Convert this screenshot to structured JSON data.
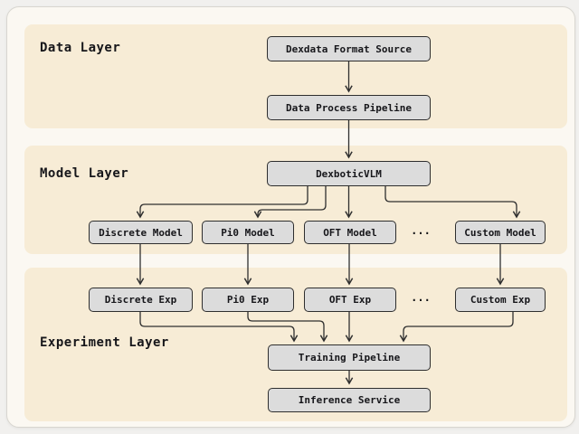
{
  "diagram": {
    "layers": [
      {
        "label": "Data Layer"
      },
      {
        "label": "Model Layer"
      },
      {
        "label": "Experiment Layer"
      }
    ],
    "nodes": {
      "dexdata": "Dexdata Format Source",
      "data_process": "Data Process Pipeline",
      "dexbotic_vlm": "DexboticVLM",
      "discrete_model": "Discrete Model",
      "pi0_model": "Pi0 Model",
      "oft_model": "OFT Model",
      "model_ellipsis": "...",
      "custom_model": "Custom Model",
      "discrete_exp": "Discrete Exp",
      "pi0_exp": "Pi0 Exp",
      "oft_exp": "OFT Exp",
      "exp_ellipsis": "...",
      "custom_exp": "Custom Exp",
      "training_pipeline": "Training Pipeline",
      "inference_service": "Inference Service"
    },
    "edges": [
      {
        "from": "Dexdata Format Source",
        "to": "Data Process Pipeline"
      },
      {
        "from": "Data Process Pipeline",
        "to": "DexboticVLM"
      },
      {
        "from": "DexboticVLM",
        "to": "Discrete Model"
      },
      {
        "from": "DexboticVLM",
        "to": "Pi0 Model"
      },
      {
        "from": "DexboticVLM",
        "to": "OFT Model"
      },
      {
        "from": "DexboticVLM",
        "to": "Custom Model"
      },
      {
        "from": "Discrete Model",
        "to": "Discrete Exp"
      },
      {
        "from": "Pi0 Model",
        "to": "Pi0 Exp"
      },
      {
        "from": "OFT Model",
        "to": "OFT Exp"
      },
      {
        "from": "Custom Model",
        "to": "Custom Exp"
      },
      {
        "from": "Discrete Exp",
        "to": "Training Pipeline"
      },
      {
        "from": "Pi0 Exp",
        "to": "Training Pipeline"
      },
      {
        "from": "OFT Exp",
        "to": "Training Pipeline"
      },
      {
        "from": "Custom Exp",
        "to": "Training Pipeline"
      },
      {
        "from": "Training Pipeline",
        "to": "Inference Service"
      }
    ],
    "colors": {
      "page_background": "#f1f0ee",
      "card_background": "#fbf8f2",
      "layer_panel": "#f7ecd6",
      "node_fill": "#dcdcdc",
      "node_border": "#2e2e2e",
      "edge": "#2f2f2f",
      "text": "#16161a"
    }
  }
}
